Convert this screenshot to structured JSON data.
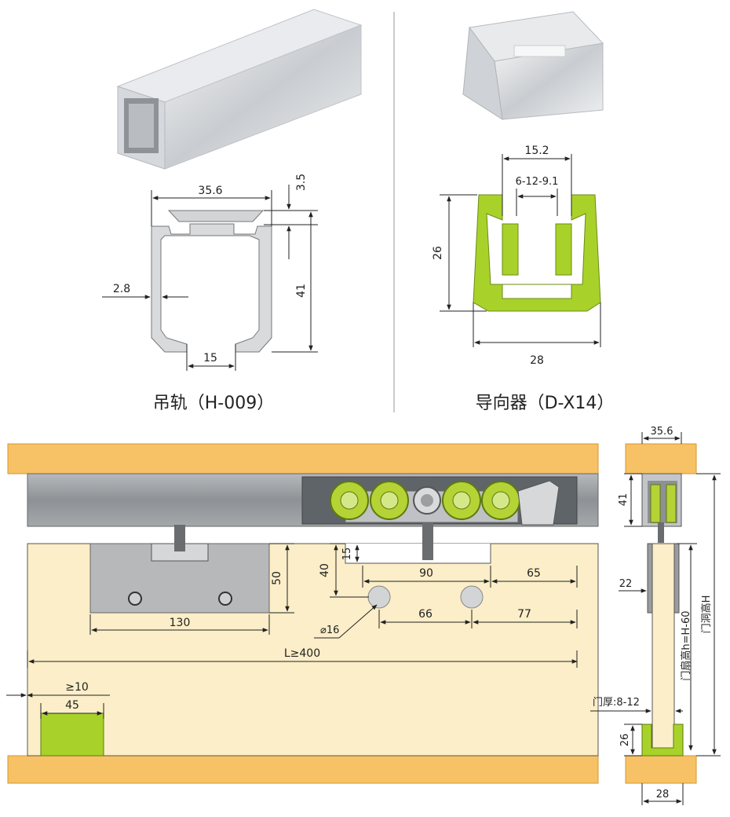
{
  "colors": {
    "wood": "#f6c265",
    "wood_edge": "#e8a63a",
    "door": "#fbeec8",
    "rail_gray": "#9a9c9f",
    "wheel_green": "#b5d335",
    "guide_green": "#a8d22a",
    "aluminum": "#d9dbde"
  },
  "rail": {
    "caption": "吊轨（H-009）",
    "dims": {
      "width": "35.6",
      "top": "3.5",
      "height": "41",
      "wall": "2.8",
      "slot": "15"
    }
  },
  "guide": {
    "caption": "导向器（D-X14）",
    "dims": {
      "inner_top": "15.2",
      "range": "6-12-9.1",
      "height": "26",
      "width": "28"
    }
  },
  "front_view": {
    "dims": {
      "d50": "50",
      "d40": "40",
      "d15": "15",
      "d90": "90",
      "d65": "65",
      "d130": "130",
      "d66": "66",
      "d77": "77",
      "hole": "⌀16",
      "length": "L≥400",
      "gap": "≥10",
      "d45": "45"
    }
  },
  "side_view": {
    "dims": {
      "top_width": "35.6",
      "rail_h": "41",
      "d22": "22",
      "d26": "26",
      "d28": "28"
    },
    "labels": {
      "door_height": "门扇高h=H-60",
      "opening_height": "门洞高H",
      "thickness": "门厚:8-12"
    }
  }
}
